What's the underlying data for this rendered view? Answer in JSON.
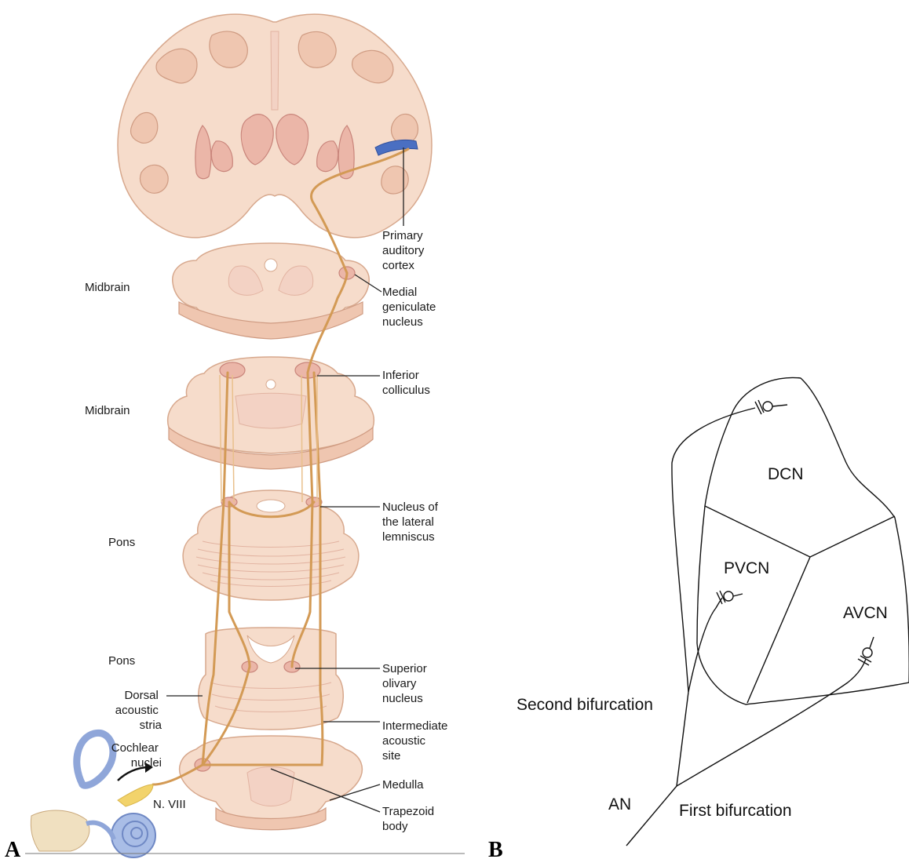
{
  "panel_a": {
    "panel_label": "A",
    "levels": {
      "midbrain_upper": "Midbrain",
      "midbrain_lower": "Midbrain",
      "pons_upper": "Pons",
      "pons_lower": "Pons",
      "medulla": "Medulla"
    },
    "structures": {
      "primary_auditory_cortex": [
        "Primary",
        "auditory",
        "cortex"
      ],
      "medial_geniculate_nucleus": [
        "Medial",
        "geniculate",
        "nucleus"
      ],
      "inferior_colliculus": [
        "Inferior",
        "colliculus"
      ],
      "nucleus_lateral_lemniscus": [
        "Nucleus of",
        "the lateral",
        "lemniscus"
      ],
      "superior_olivary_nucleus": [
        "Superior",
        "olivary",
        "nucleus"
      ],
      "dorsal_acoustic_stria": [
        "Dorsal",
        "acoustic",
        "stria"
      ],
      "intermediate_acoustic_site": [
        "Intermediate",
        "acoustic",
        "site"
      ],
      "cochlear_nuclei": [
        "Cochlear",
        "nuclei"
      ],
      "trapezoid_body": [
        "Trapezoid",
        "body"
      ],
      "nerve": "N. VIII"
    }
  },
  "panel_b": {
    "panel_label": "B",
    "regions": {
      "dcn": "DCN",
      "pvcn": "PVCN",
      "avcn": "AVCN"
    },
    "fibers": {
      "an": "AN",
      "first_bifurcation": "First bifurcation",
      "second_bifurcation": "Second bifurcation"
    }
  },
  "colors": {
    "tract": "#d39a55",
    "tissue": "#f6dccb",
    "auditory_cortex_highlight": "#4a6fc2",
    "cochlea": "#8fa6d9",
    "nerve": "#f2d36b"
  }
}
